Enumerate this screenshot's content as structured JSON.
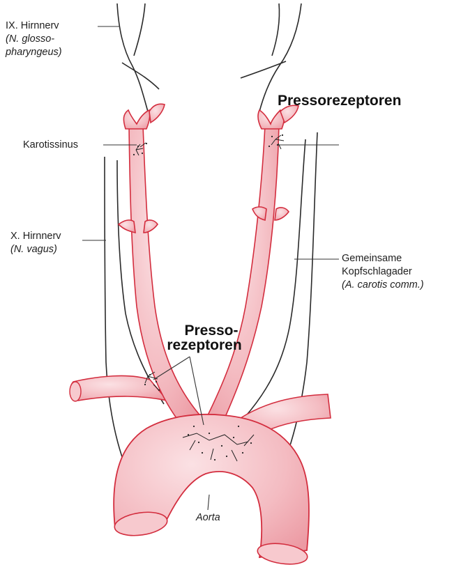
{
  "labels": {
    "glosso_line1": "IX. Hirnnerv",
    "glosso_line2": "(N. glosso-",
    "glosso_line3": "pharyngeus)",
    "karotissinus": "Karotissinus",
    "vagus_line1": "X. Hirnnerv",
    "vagus_line2": "(N. vagus)",
    "pressorezeptoren_top": "Pressorezeptoren",
    "gemeinsame_line1": "Gemeinsame",
    "gemeinsame_line2": "Kopfschlagader",
    "gemeinsame_line3": "(A. carotis comm.)",
    "presso_line1": "Presso-",
    "presso_line2": "rezeptoren",
    "aorta": "Aorta"
  },
  "colors": {
    "artery_fill": "#f3b7bd",
    "artery_outline": "#d32d3e",
    "nerve": "#2a2a2a",
    "leader": "#333333",
    "receptor_dots": "#222222"
  }
}
